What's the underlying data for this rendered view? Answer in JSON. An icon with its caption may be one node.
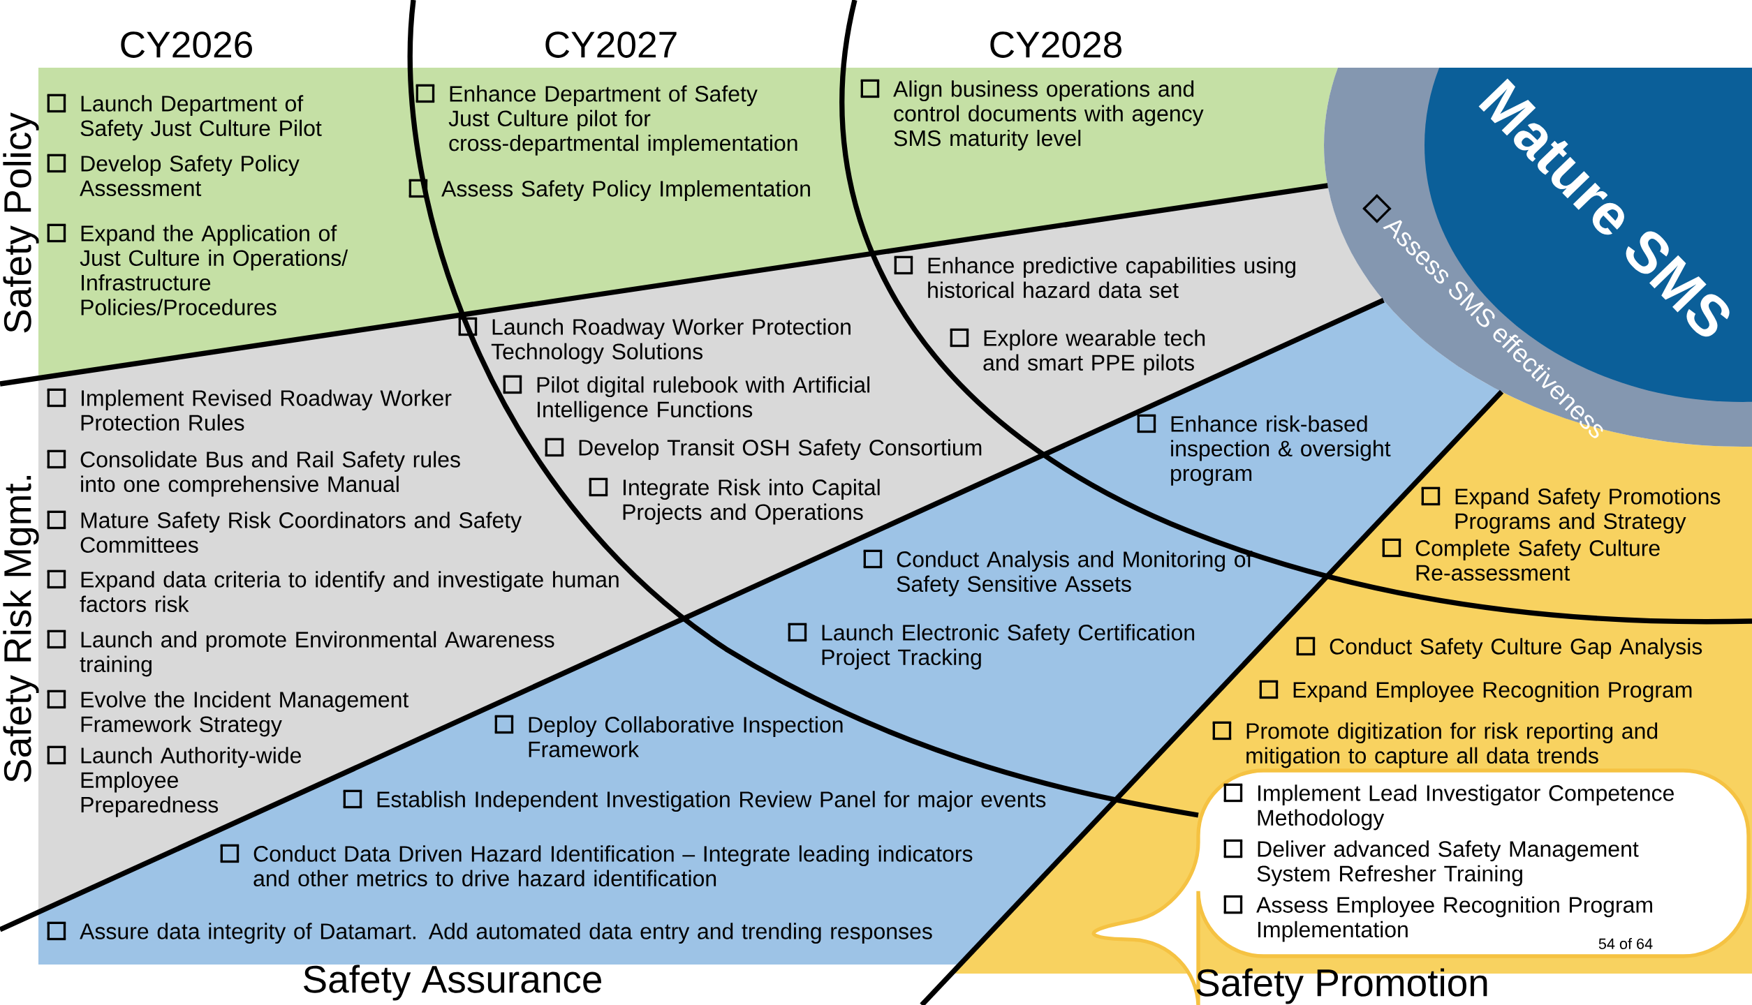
{
  "diagram": {
    "nodes": [
      {
        "text": [
          "Safety Policy",
          "Launch Department of Safety Just Culture Pilot",
          "Develop Safety Policy Assessment",
          "Expand the Application of Just Culture in Operations/ Infrastructure Policies/Procedures",
          "Enhance Department of Safety Just Culture pilot for cross-departmental implementation",
          "Assess Safety Policy Implementation",
          "Align business operations and control documents with agency SMS maturity level"
        ]
      },
      {
        "text": [
          "Safety Risk Mgmt.",
          "Launch Roadway Worker Protection Technology Solutions",
          "Implement Revised Roadway Worker Protection Rules",
          "Pilot digital rulebook with Artificial Intelligence Functions",
          "Consolidate Bus and Rail Safety rules into one comprehensive Manual",
          "Develop Transit OSH Safety Consortium",
          "Integrate Risk into Capital Projects and Operations",
          "Mature Safety Risk Coordinators and Safety Committees",
          "Expand data criteria to identify and investigate human factors risk",
          "Launch and promote Environmental Awareness training",
          "Evolve the Incident Management Framework Strategy",
          "Launch Authority-wide Employee Preparedness",
          "Enhance predictive capabilities using historical hazard data set",
          "Explore wearable tech and smart PPE pilots"
        ]
      },
      {
        "text": [
          "Safety Assurance",
          "Enhance risk-based inspection & oversight program",
          "Conduct Analysis and Monitoring of Safety Sensitive Assets",
          "Launch Electronic Safety Certification Project Tracking",
          "Deploy Collaborative Inspection Framework",
          "Establish Independent Investigation Review Panel for major events",
          "Conduct Data Driven Hazard Identification – Integrate leading indicators and other metrics to drive hazard identification",
          "Assure data integrity of Datamart. Add automated data entry and trending responses"
        ]
      },
      {
        "text": [
          "Safety Promotion",
          "Expand Safety Promotions Programs and Strategy",
          "Complete Safety Culture Re-assessment",
          "Conduct Safety Culture Gap Analysis",
          "Expand Employee Recognition Program",
          "Promote digitization for risk reporting and mitigation to capture all data trends"
        ]
      },
      {
        "text": [
          "Implement Lead Investigator Competence Methodology",
          "Deliver advanced Safety Management System Refresher Training",
          "Assess Employee Recognition Program Implementation"
        ],
        "in": 3
      },
      {
        "text": [
          "Mature SMS",
          "Assess SMS effectiveness"
        ]
      }
    ],
    "labels": [
      "CY2026",
      "CY2027",
      "CY2028",
      "54 of 64"
    ]
  }
}
